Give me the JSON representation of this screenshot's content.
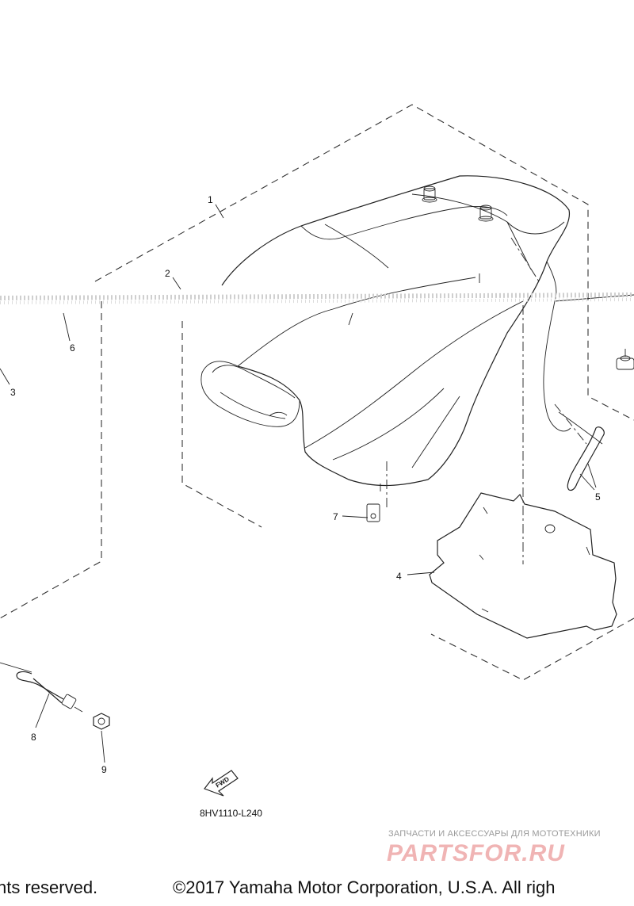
{
  "diagram": {
    "callouts": [
      {
        "id": "callout-1",
        "text": "1"
      },
      {
        "id": "callout-2",
        "text": "2"
      },
      {
        "id": "callout-3",
        "text": "3"
      },
      {
        "id": "callout-4",
        "text": "4"
      },
      {
        "id": "callout-5",
        "text": "5"
      },
      {
        "id": "callout-6",
        "text": "6"
      },
      {
        "id": "callout-7",
        "text": "7"
      },
      {
        "id": "callout-8",
        "text": "8"
      },
      {
        "id": "callout-9",
        "text": "9"
      }
    ],
    "fwd_label": "FWD",
    "drawing_code": "8HV1110-L240"
  },
  "watermark": {
    "tagline": "ЗАПЧАСТИ И АКСЕССУАРЫ ДЛЯ МОТОТЕХНИКИ",
    "logo_text": "PARTSFOR.RU"
  },
  "footer": {
    "left_text": "nts reserved.",
    "right_text": "©2017 Yamaha Motor Corporation, U.S.A. All righ"
  },
  "colors": {
    "line": "#222222",
    "background": "#ffffff",
    "watermark_logo": "#f0b4b4"
  }
}
